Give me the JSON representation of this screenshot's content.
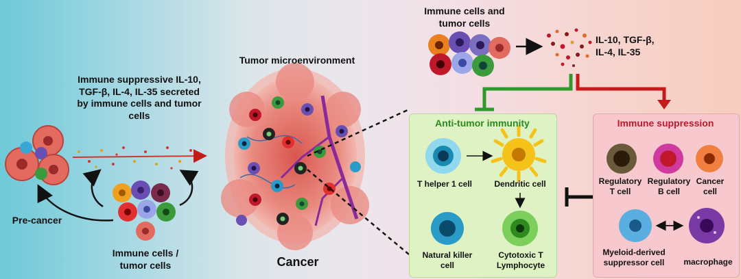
{
  "left": {
    "precancer_label": "Pre-cancer",
    "secretion_text": "Immune suppressive IL-10, TGF-β, IL-4, IL-35 secreted by immune cells and tumor cells",
    "cells_label": "Immune cells / tumor cells"
  },
  "center": {
    "title": "Tumor microenvironment",
    "cancer_label": "Cancer"
  },
  "top_right": {
    "cells_label": "Immune cells and tumor cells",
    "cytokines_label": "IL-10, TGF-β, IL-4, IL-35"
  },
  "anti_tumor": {
    "title": "Anti-tumor immunity",
    "th1": "T helper 1 cell",
    "dendritic": "Dendritic cell",
    "nk": "Natural killer cell",
    "ctl": "Cytotoxic T Lymphocyte"
  },
  "immune_suppression": {
    "title": "Immune suppression",
    "treg": "Regulatory T cell",
    "breg": "Regulatory B cell",
    "cancer": "Cancer cell",
    "mdsc": "Myeloid-derived suppressor cell",
    "macrophage": "macrophage"
  },
  "colors": {
    "green_arrow": "#2e9a2e",
    "red_arrow": "#c41a1a",
    "green_box": "#dff2c4",
    "pink_box": "#f7c9cf",
    "anti_tumor_title": "#2a8a1f",
    "suppression_title": "#c0182b"
  }
}
